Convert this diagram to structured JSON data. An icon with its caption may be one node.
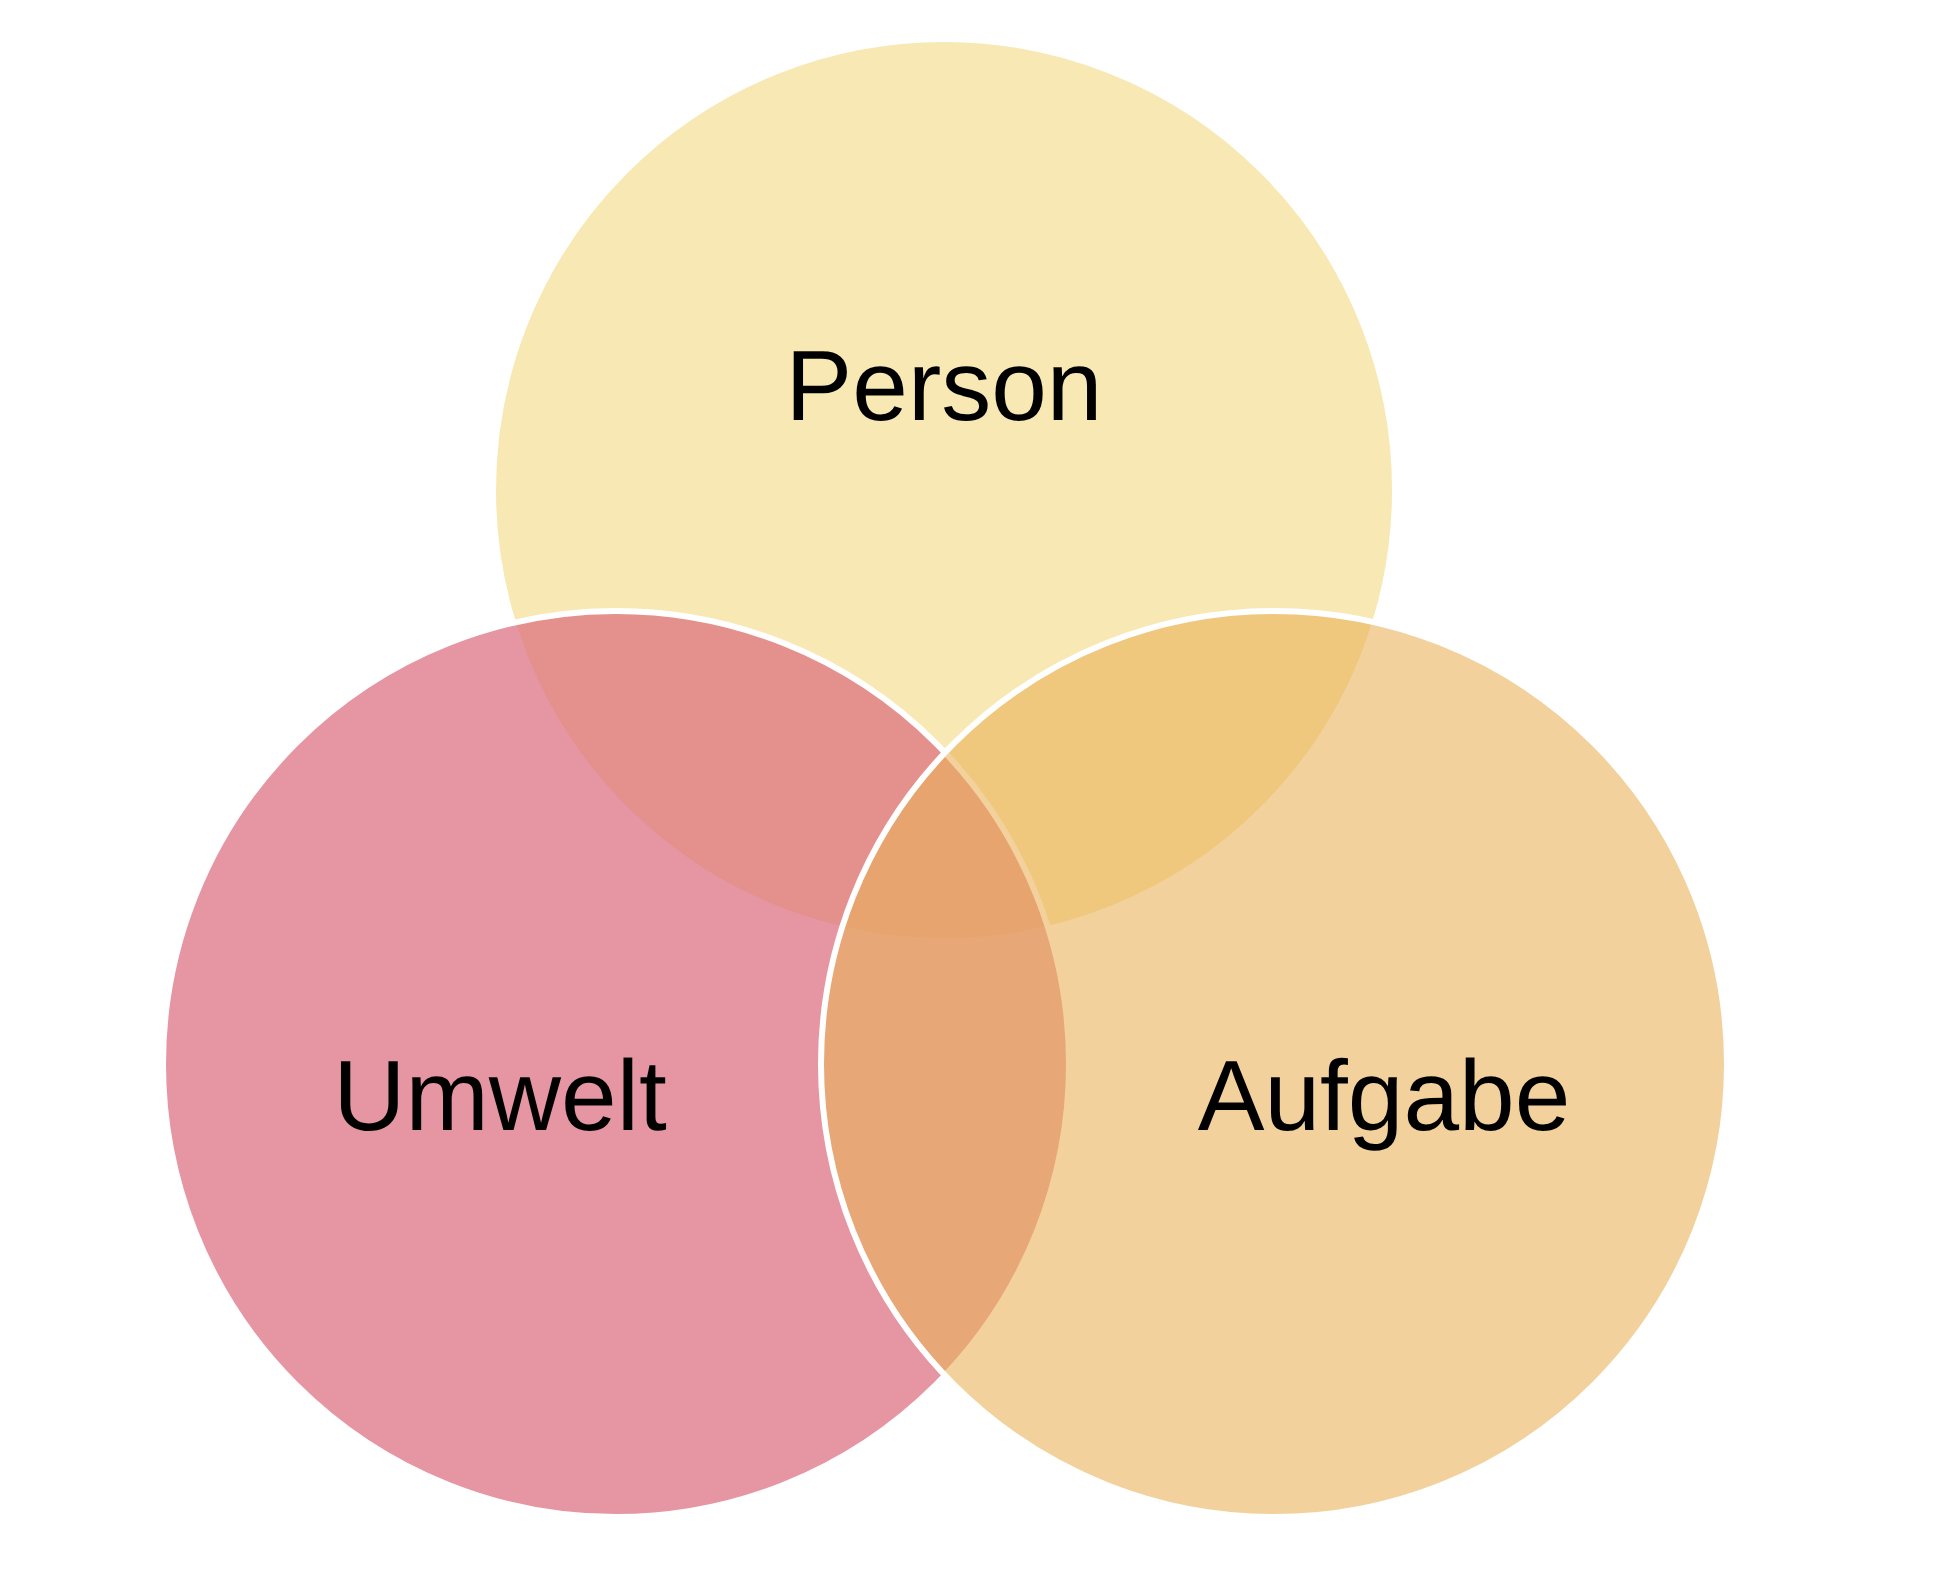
{
  "diagram": {
    "nodes": [
      {
        "text": [
          "Person"
        ]
      },
      {
        "text": [
          "Umwelt"
        ]
      },
      {
        "text": [
          "Aufgabe"
        ]
      }
    ]
  }
}
